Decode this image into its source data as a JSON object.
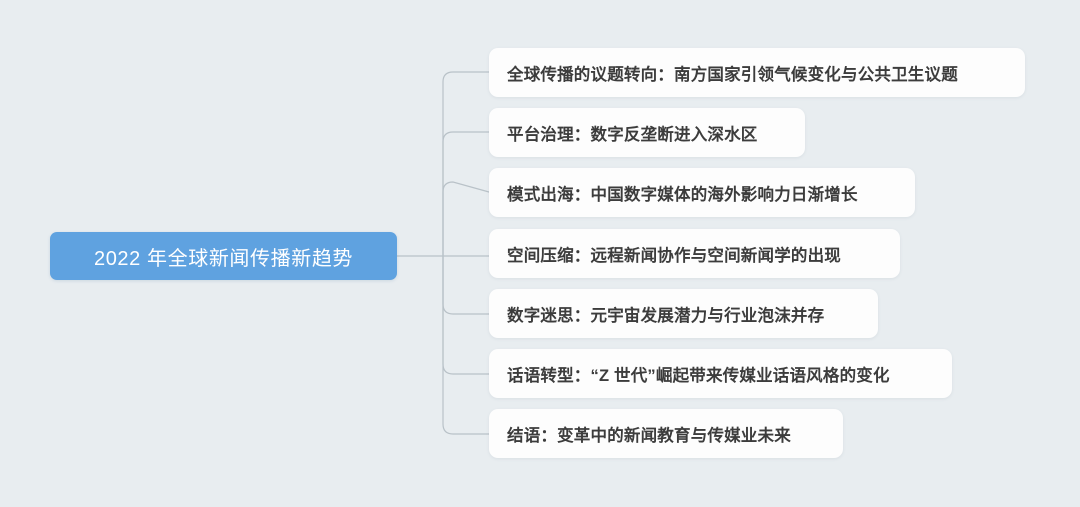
{
  "diagram": {
    "type": "mindmap",
    "orientation": "left-to-right",
    "background_color": "#e8edf0",
    "root": {
      "label": "2022 年全球新闻传播新趋势",
      "fill_color": "#5fa2e0",
      "text_color": "#ffffff"
    },
    "connector": {
      "color": "#b9c2c8",
      "stroke_width": 1.2
    },
    "branches": [
      {
        "index": 1,
        "label": "全球传播的议题转向：南方国家引领气候变化与公共卫生议题",
        "fill_color": "#fdfdfd",
        "text_color": "#3c3c3c"
      },
      {
        "index": 2,
        "label": "平台治理：数字反垄断进入深水区",
        "fill_color": "#fdfdfd",
        "text_color": "#3c3c3c"
      },
      {
        "index": 3,
        "label": "模式出海：中国数字媒体的海外影响力日渐增长",
        "fill_color": "#fdfdfd",
        "text_color": "#3c3c3c"
      },
      {
        "index": 4,
        "label": "空间压缩：远程新闻协作与空间新闻学的出现",
        "fill_color": "#fdfdfd",
        "text_color": "#3c3c3c"
      },
      {
        "index": 5,
        "label": "数字迷思：元宇宙发展潜力与行业泡沫并存",
        "fill_color": "#fdfdfd",
        "text_color": "#3c3c3c"
      },
      {
        "index": 6,
        "label": "话语转型：“Z 世代”崛起带来传媒业话语风格的变化",
        "fill_color": "#fdfdfd",
        "text_color": "#3c3c3c"
      },
      {
        "index": 7,
        "label": "结语：变革中的新闻教育与传媒业未来",
        "fill_color": "#fdfdfd",
        "text_color": "#3c3c3c"
      }
    ]
  }
}
